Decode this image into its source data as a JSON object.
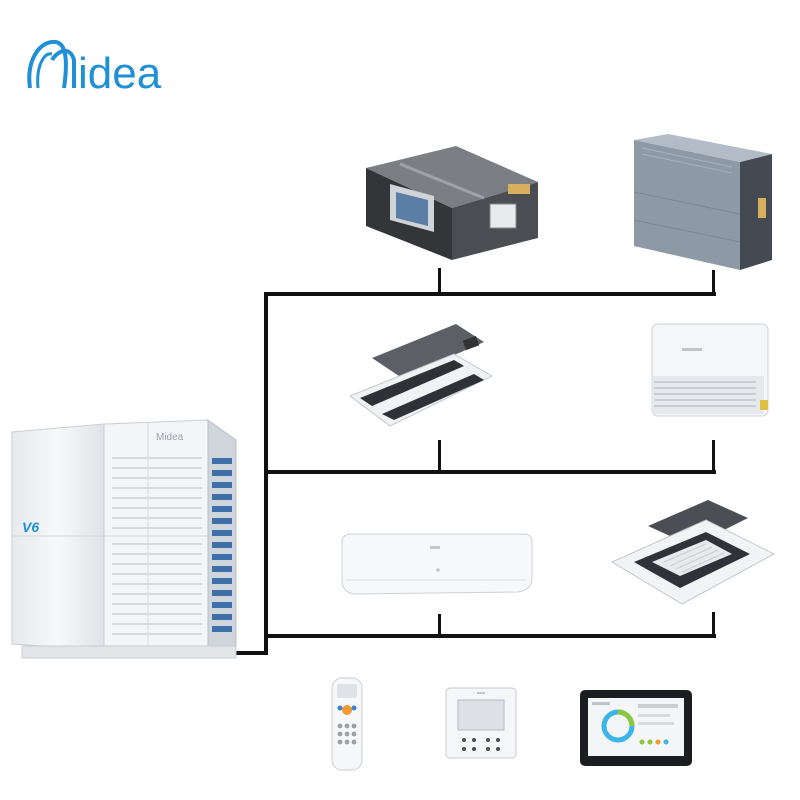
{
  "brand": {
    "name": "Midea",
    "logo_text": "idea",
    "color": "#1f8fd6"
  },
  "outdoor_unit": {
    "brand_mark": "Midea",
    "model_badge": "V6"
  },
  "indoor_units": [
    {
      "icon": "ducted-unit-icon"
    },
    {
      "icon": "floor-concealed-unit-icon"
    },
    {
      "icon": "two-way-cassette-icon"
    },
    {
      "icon": "floor-ceiling-unit-icon"
    },
    {
      "icon": "wall-mounted-unit-icon"
    },
    {
      "icon": "four-way-cassette-icon"
    }
  ],
  "controllers": [
    {
      "icon": "remote-control-icon"
    },
    {
      "icon": "wired-controller-icon"
    },
    {
      "icon": "touch-screen-controller-icon"
    }
  ],
  "colors": {
    "pipe": "#111111",
    "unit_white": "#f2f4f6",
    "unit_grey": "#9aa3ad",
    "dark_unit": "#3a3a3a",
    "coil_blue": "#3d6fa8"
  }
}
